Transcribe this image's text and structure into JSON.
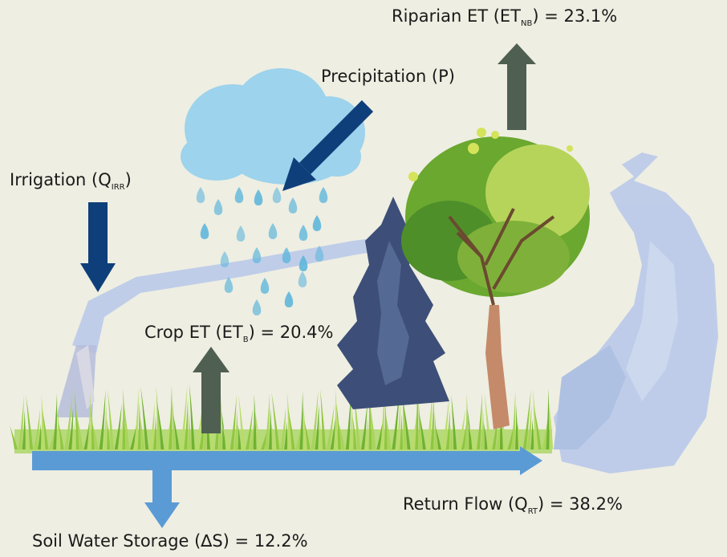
{
  "labels": {
    "riparian_et": {
      "text": "Riparian ET (ET",
      "sub": "NB",
      "tail": ") = 23.1%"
    },
    "precipitation": {
      "text": "Precipitation (P)"
    },
    "irrigation": {
      "text": "Irrigation (Q",
      "sub": "IRR",
      "tail": ")"
    },
    "crop_et": {
      "text": "Crop ET (ET",
      "sub": "B",
      "tail": ") = 20.4%"
    },
    "return_flow": {
      "text": "Return Flow (Q",
      "sub": "RT",
      "tail": ") = 38.2%"
    },
    "soil_storage": {
      "text": "Soil Water Storage (∆S) = 12.2%"
    }
  },
  "colors": {
    "background": "#eeeee2",
    "et_arrow": "#4f5f52",
    "input_arrow": "#0f3f7a",
    "flow_arrow": "#5b9bd5",
    "water": "#b9c9ea",
    "grass": "#8fc63f",
    "tree_canopy": "#7fb13a",
    "conifer": "#3d4f78",
    "cloud": "#9dd3ec",
    "raindrop": "#5fb6dc"
  }
}
